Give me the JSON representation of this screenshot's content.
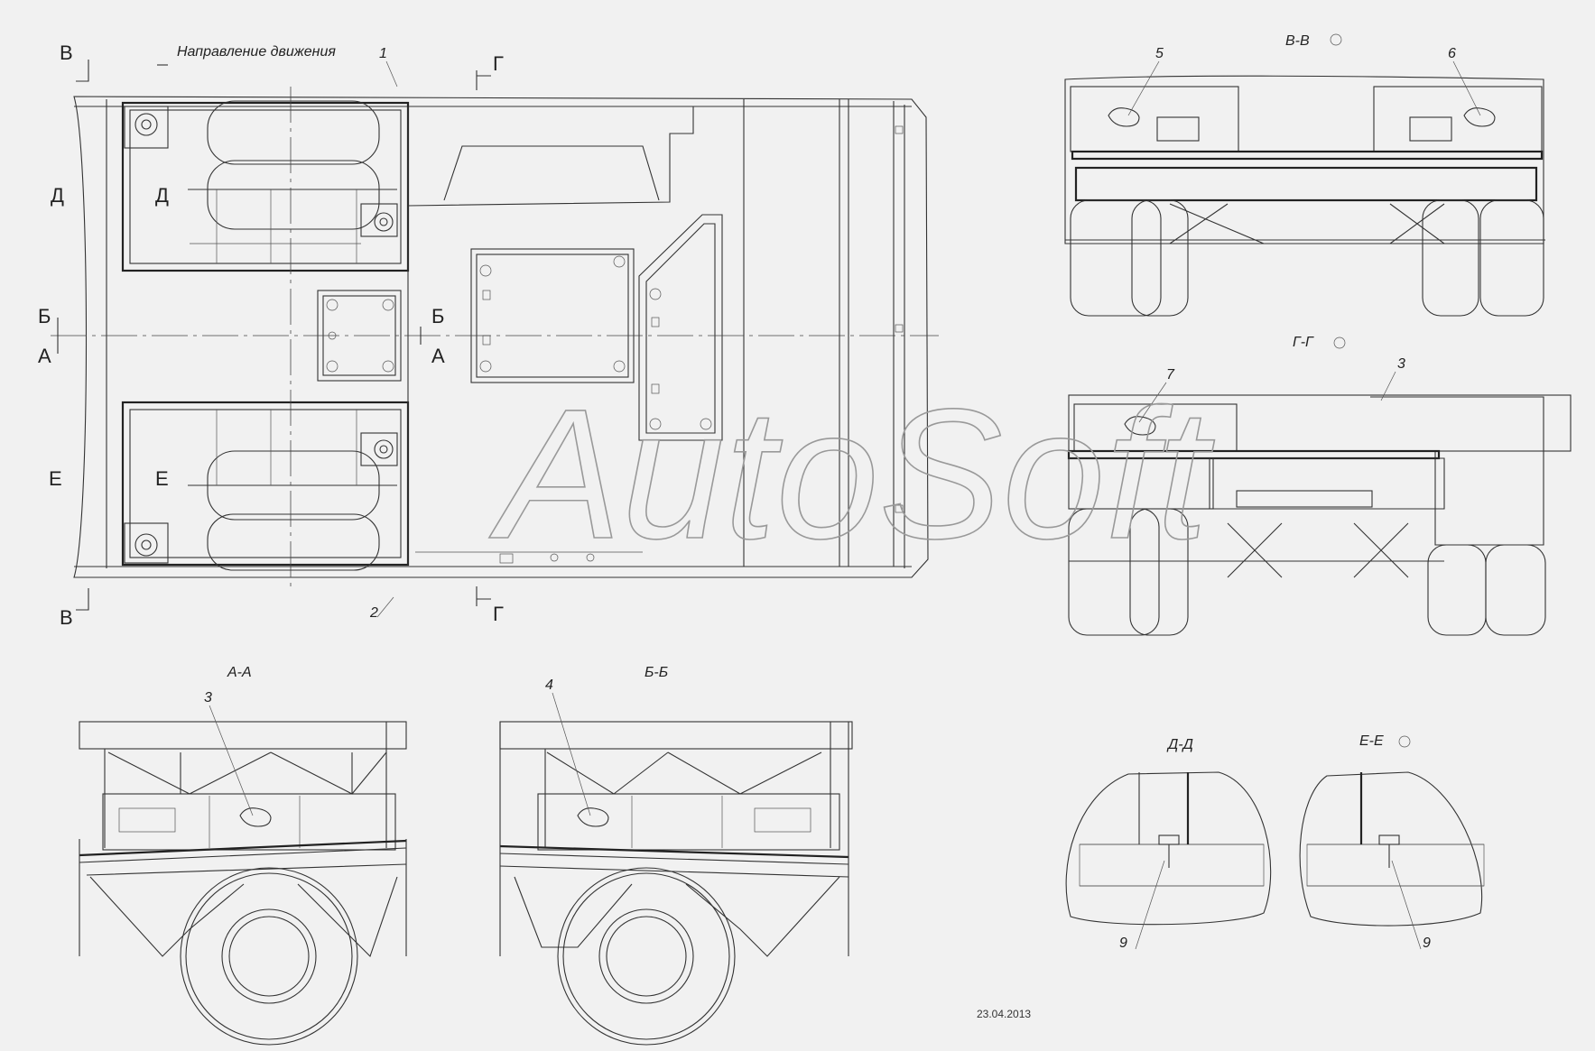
{
  "labels": {
    "direction": "Направление движения",
    "watermark": "AutoSoft",
    "date": "23.04.2013",
    "sections": {
      "vv": "В-В",
      "gg": "Г-Г",
      "aa": "А-А",
      "bb": "Б-Б",
      "dd": "Д-Д",
      "ee": "Е-Е"
    },
    "cut_letters": {
      "v": "В",
      "g": "Г",
      "d": "Д",
      "b": "Б",
      "a": "А",
      "e": "Е"
    },
    "callouts": [
      "1",
      "2",
      "3",
      "4",
      "5",
      "6",
      "7",
      "9"
    ]
  },
  "colors": {
    "background": "#f1f1f1",
    "line": "#333333",
    "watermark": "#999999"
  }
}
